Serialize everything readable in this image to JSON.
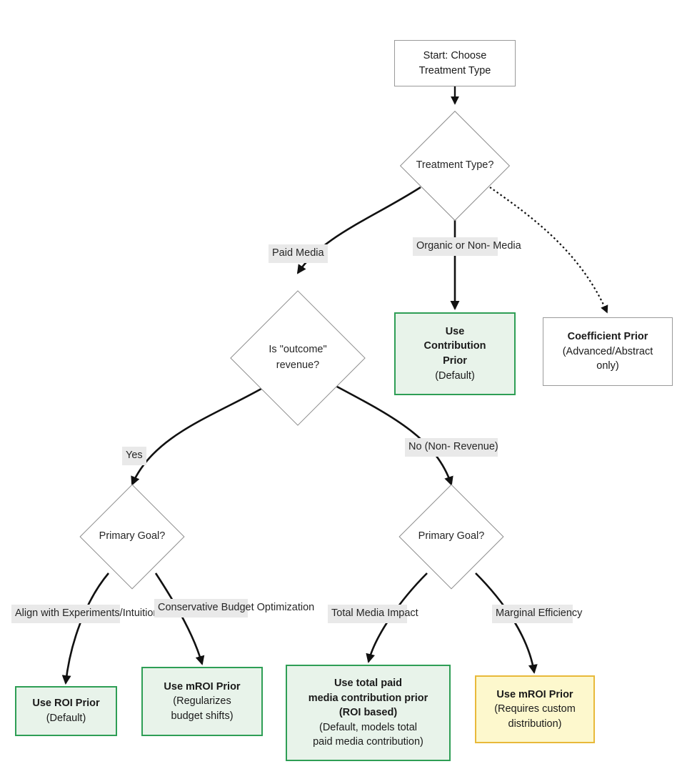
{
  "diagram": {
    "title": "Treatment Type Prior Selection Decision Tree",
    "colors": {
      "green_fill": "#e8f3ea",
      "green_border": "#2e9e55",
      "yellow_fill": "#fdf8cd",
      "yellow_border": "#e8b93a",
      "plain_fill": "#ffffff",
      "plain_border": "#9a9a9a",
      "label_bg": "#e9e9e9",
      "edge_color": "#111111"
    },
    "nodes": {
      "start": {
        "line1": "Start: Choose",
        "line2": "Treatment Type"
      },
      "treatment_type": {
        "text": "Treatment Type?"
      },
      "is_outcome_revenue": {
        "line1": "Is \"outcome\"",
        "line2": "revenue?"
      },
      "primary_goal_left": {
        "text": "Primary Goal?"
      },
      "primary_goal_right": {
        "text": "Primary Goal?"
      },
      "contribution_prior": {
        "line1": "Use",
        "line2": "Contribution",
        "line3": "Prior",
        "line4": "(Default)"
      },
      "coefficient_prior": {
        "line1": "Coefficient Prior",
        "line2": "(Advanced/Abstract",
        "line3": "only)"
      },
      "roi_prior": {
        "line1": "Use ROI Prior",
        "line2": "(Default)"
      },
      "mroi_prior_budget": {
        "line1": "Use mROI Prior",
        "line2": "(Regularizes",
        "line3": "budget shifts)"
      },
      "total_paid_media_prior": {
        "line1": "Use total paid",
        "line2": "media contribution prior",
        "line3": "(ROI based)",
        "line4": "(Default, models total",
        "line5": "paid media contribution)"
      },
      "mroi_prior_custom": {
        "line1": "Use mROI Prior",
        "line2": "(Requires custom",
        "line3": "distribution)"
      }
    },
    "edge_labels": {
      "paid_media": {
        "line1": "Paid Media"
      },
      "organic_or_non_media": {
        "line1": "Organic or Non-",
        "line2": "Media"
      },
      "yes": {
        "line1": "Yes"
      },
      "no_non_revenue": {
        "line1": "No (Non-",
        "line2": "Revenue)"
      },
      "align_with_experiments": {
        "line1": "Align with",
        "line2": "Experiments/Intuition"
      },
      "conservative_budget": {
        "line1": "Conservative",
        "line2": "Budget",
        "line3": "Optimization"
      },
      "total_media_impact": {
        "line1": "Total Media",
        "line2": "Impact"
      },
      "marginal_efficiency": {
        "line1": "Marginal",
        "line2": "Efficiency"
      }
    }
  }
}
